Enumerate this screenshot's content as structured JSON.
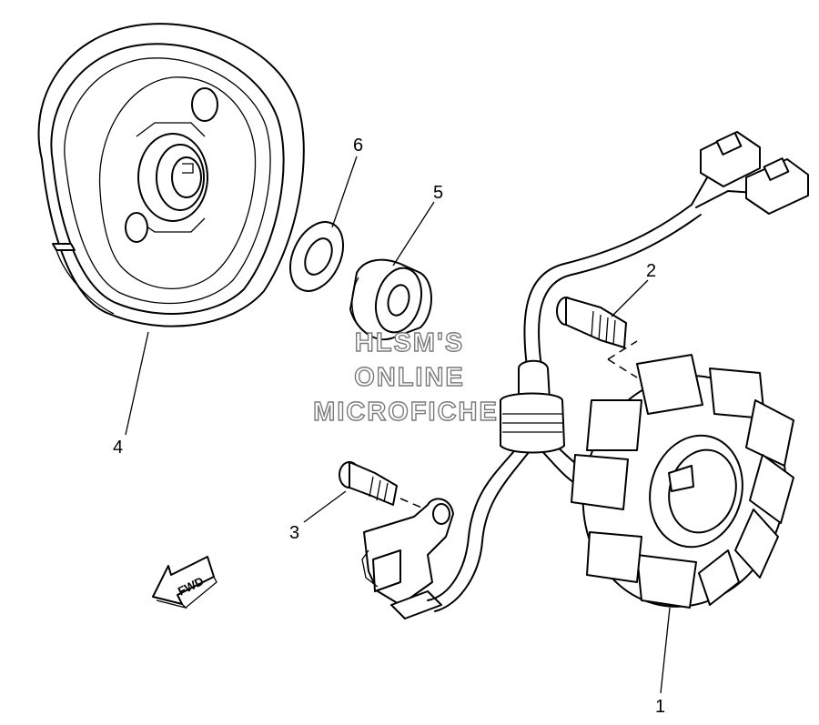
{
  "diagram": {
    "callouts": [
      {
        "id": "stator",
        "label": "1"
      },
      {
        "id": "bolt-stator",
        "label": "2"
      },
      {
        "id": "bolt-pickup",
        "label": "3"
      },
      {
        "id": "rotor",
        "label": "4"
      },
      {
        "id": "collar",
        "label": "5"
      },
      {
        "id": "washer",
        "label": "6"
      }
    ],
    "watermark": {
      "line1": "HLSM'S",
      "line2": "ONLINE",
      "line3": "MICROFICHE"
    },
    "direction_arrow": {
      "label": "FWD"
    }
  }
}
